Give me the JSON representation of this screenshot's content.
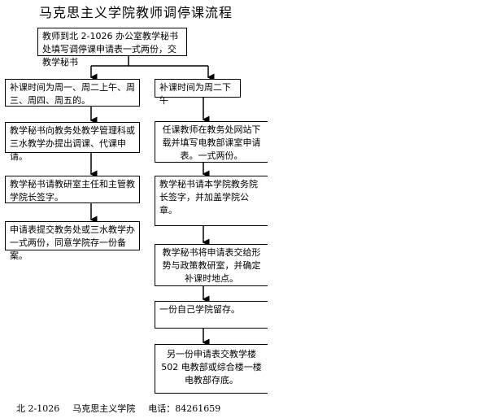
{
  "title": "马克思主义学院教师调停课流程",
  "top_step": "教师到北 2-1026 办公室教学秘书处填写调停课申请表一式两份，交教学秘书",
  "left_branch": [
    "补课时间为周一、周二上午、周三、周四、周五的。",
    "教学秘书向教务处教学管理科或三水教学办提出调课、代课申请。",
    "教学秘书请教研室主任和主管教学院长签字。",
    "申请表提交教务处或三水教学办一式两份，同意学院存一份备案。"
  ],
  "right_branch": [
    "补课时间为周二下午",
    "任课教师在教务处网站下载并填写电教部课室申请表。一式两份。",
    "教学秘书请本学院教务院长签字，并加盖学院公章。",
    "教学秘书将申请表交给形势与政策教研室，并确定补课时地点。",
    "一份自己学院留存。",
    "另一份申请表交教学楼 502 电教部或综合楼一楼电教部存底。"
  ],
  "footer": {
    "address": "北 2-1026",
    "org": "马克思主义学院",
    "phone_label": "电话：",
    "phone": "84261659"
  }
}
